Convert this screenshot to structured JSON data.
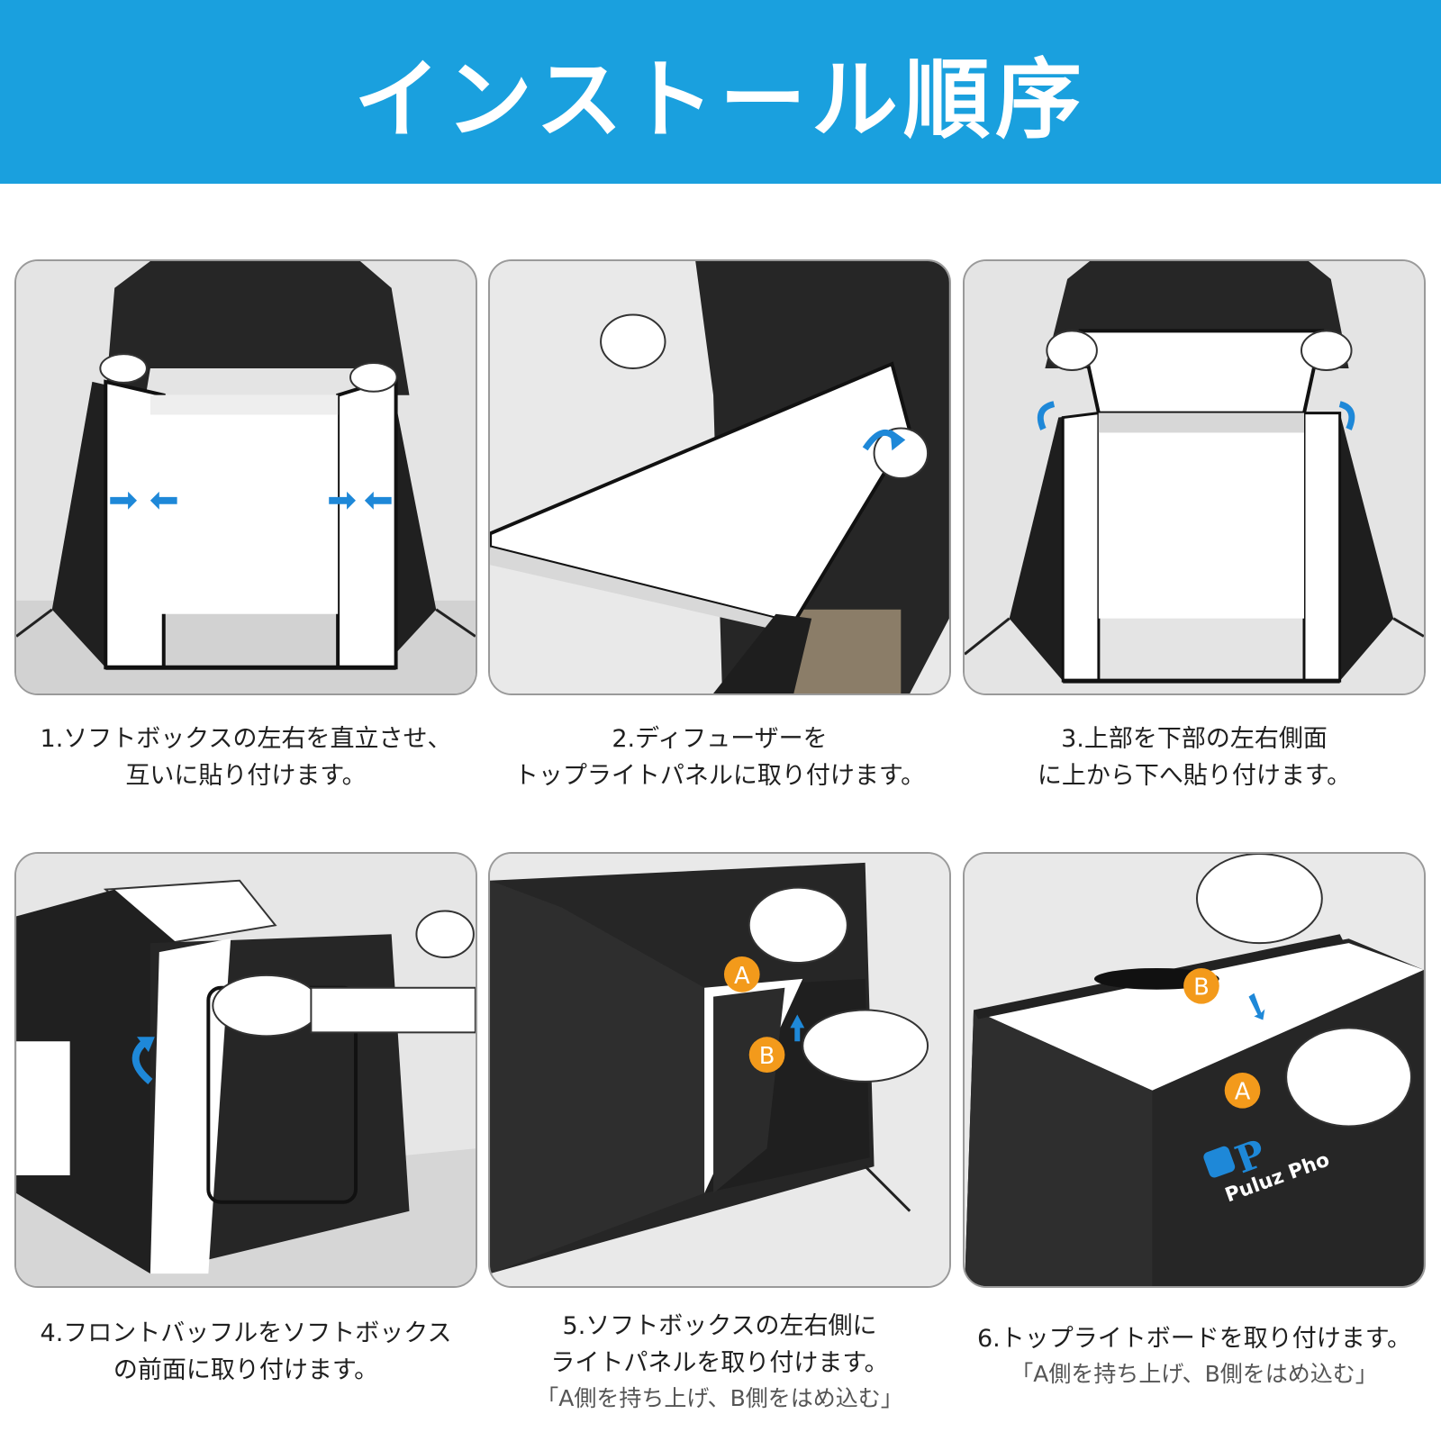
{
  "header": {
    "title": "インストール順序"
  },
  "colors": {
    "banner": "#1aa0de",
    "accent_arrow": "#1e88d8",
    "badge": "#f39a1b",
    "box": "#2b2b2b",
    "white_panel": "#ffffff"
  },
  "steps": [
    {
      "caption_lines": [
        "1.ソフトボックスの左右を直立させ、",
        "互いに貼り付けます。"
      ],
      "note": ""
    },
    {
      "caption_lines": [
        "2.ディフューザーを",
        "トップライトパネルに取り付けます。"
      ],
      "note": ""
    },
    {
      "caption_lines": [
        "3.上部を下部の左右側面",
        "に上から下へ貼り付けます。"
      ],
      "note": ""
    },
    {
      "caption_lines": [
        "4.フロントバッフルをソフトボックス",
        "の前面に取り付けます。"
      ],
      "note": ""
    },
    {
      "caption_lines": [
        "5.ソフトボックスの左右側に",
        "ライトパネルを取り付けます。"
      ],
      "note": "「A側を持ち上げ、B側をはめ込む」"
    },
    {
      "caption_lines": [
        "6.トップライトボードを取り付けます。"
      ],
      "note": "「A側を持ち上げ、B側をはめ込む」"
    }
  ],
  "markers": {
    "a": "A",
    "b": "B"
  },
  "brand": {
    "logo_text": "P",
    "name": "Puluz Pho"
  }
}
